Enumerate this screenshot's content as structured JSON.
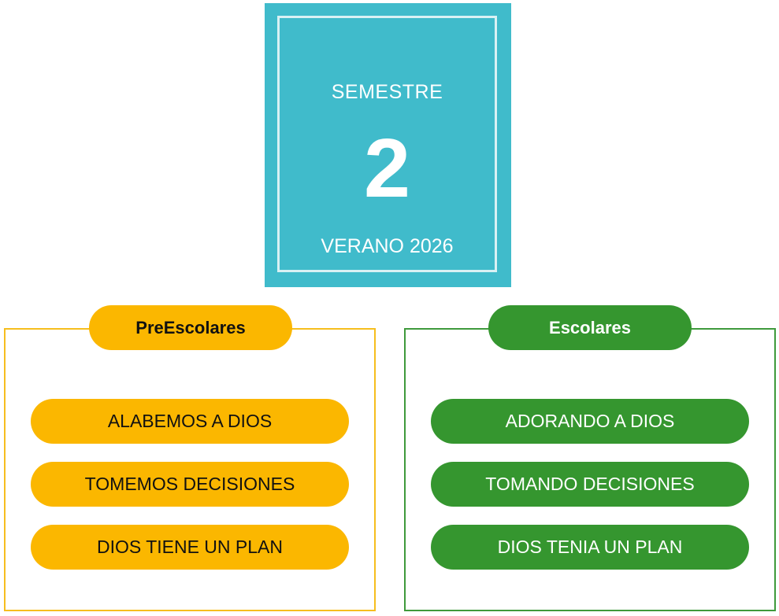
{
  "semester": {
    "label": "SEMESTRE",
    "number": "2",
    "season": "VERANO 2026"
  },
  "groups": [
    {
      "title": "PreEscolares",
      "items": [
        "ALABEMOS A DIOS",
        "TOMEMOS DECISIONES",
        "DIOS TIENE UN PLAN"
      ]
    },
    {
      "title": "Escolares",
      "items": [
        "ADORANDO A DIOS",
        "TOMANDO DECISIONES",
        "DIOS TENIA UN PLAN"
      ]
    }
  ],
  "colors": {
    "teal_box": "#40BBCB",
    "yellow": "#FBB700",
    "green": "#35962F"
  }
}
